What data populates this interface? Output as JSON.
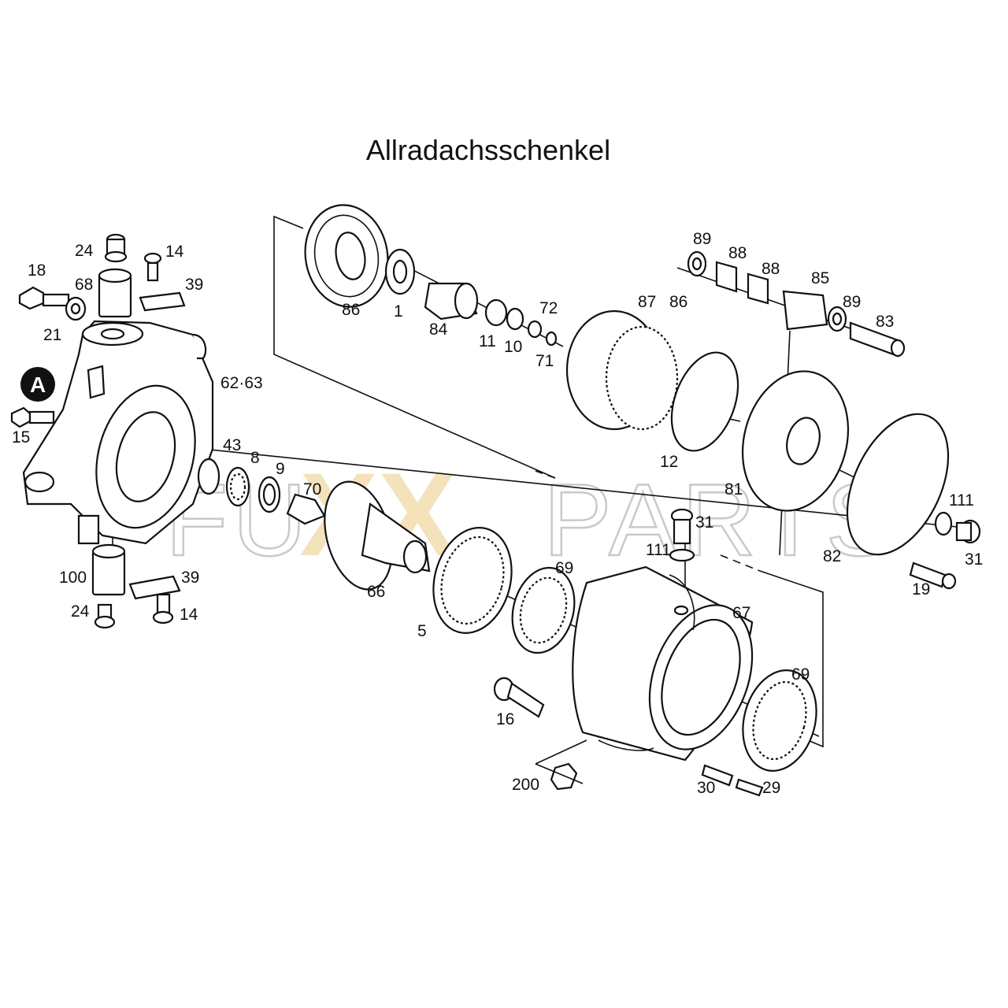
{
  "title": "Allradachsschenkel",
  "watermark": {
    "prefix": "FU",
    "middle": "XX",
    "suffix": "PARTS",
    "accent_color": "#f3deb0",
    "outline_color": "#c9c9c9"
  },
  "marker": "A",
  "labels": {
    "p24_top": "24",
    "p14_top": "14",
    "p18": "18",
    "p68": "68",
    "p39_top": "39",
    "p21": "21",
    "p62_63": "62·63",
    "p15": "15",
    "p43": "43",
    "p8": "8",
    "p9": "9",
    "p70": "70",
    "p100": "100",
    "p39_bot": "39",
    "p24_bot": "24",
    "p14_bot": "14",
    "p66": "66",
    "p5": "5",
    "p69_a": "69",
    "p67": "67",
    "p69_b": "69",
    "p16": "16",
    "p200": "200",
    "p30": "30",
    "p29": "29",
    "p31_a": "31",
    "p111_a": "111",
    "p86": "86",
    "p1": "1",
    "p84": "84",
    "p11": "11",
    "p10": "10",
    "p72": "72",
    "p71": "71",
    "p87": "87",
    "p86_ref": "86",
    "p12": "12",
    "p81": "81",
    "p82": "82",
    "p89_a": "89",
    "p88_a": "88",
    "p88_b": "88",
    "p85": "85",
    "p89_b": "89",
    "p83": "83",
    "p111_b": "111",
    "p31_b": "31",
    "p19": "19"
  }
}
